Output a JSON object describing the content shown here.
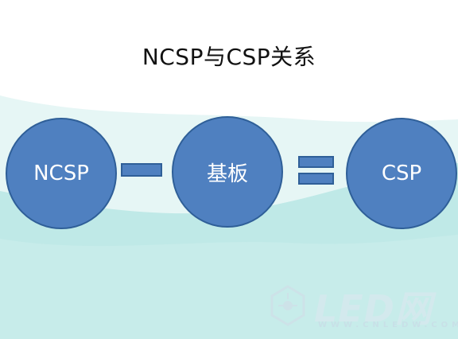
{
  "title": "NCSP与CSP关系",
  "diagram": {
    "left_circle": "NCSP",
    "middle_circle": "基板",
    "right_circle": "CSP"
  },
  "watermark": {
    "logo": "LED网",
    "url": "WWW.CNLEDW.COM"
  },
  "colors": {
    "circle_fill": "#4f80c0",
    "circle_stroke": "#2f5f98",
    "wave_light": "#e4f5f4",
    "wave_teal": "#b8e8e6"
  }
}
